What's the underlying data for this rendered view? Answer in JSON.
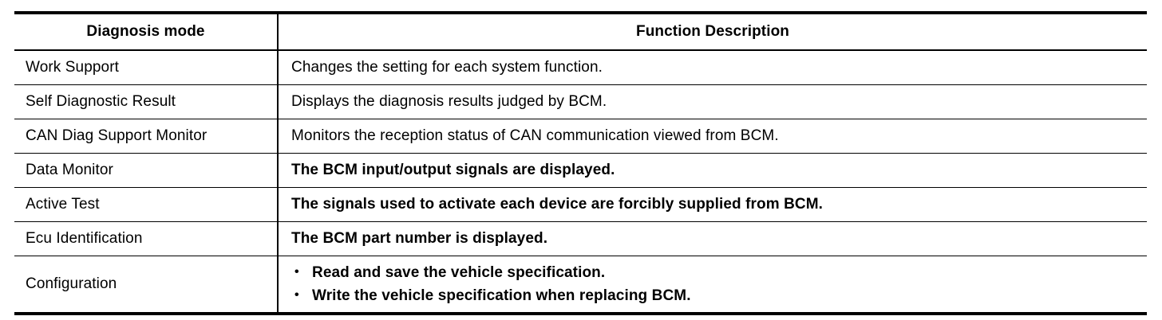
{
  "table": {
    "columns": [
      "Diagnosis mode",
      "Function Description"
    ],
    "rows": [
      {
        "mode": "Work Support",
        "description": "Changes the setting for each system function.",
        "bold": false
      },
      {
        "mode": "Self Diagnostic Result",
        "description": "Displays the diagnosis results judged by BCM.",
        "bold": false
      },
      {
        "mode": "CAN Diag Support Monitor",
        "description": "Monitors the reception status of CAN communication viewed from BCM.",
        "bold": false
      },
      {
        "mode": "Data Monitor",
        "description": "The BCM input/output signals are displayed.",
        "bold": true
      },
      {
        "mode": "Active Test",
        "description": "The signals used to activate each device are forcibly supplied from BCM.",
        "bold": true
      },
      {
        "mode": "Ecu Identification",
        "description": "The BCM part number is displayed.",
        "bold": true
      }
    ],
    "bullet_row": {
      "mode": "Configuration",
      "bullet_marker": "•",
      "items": [
        "Read and save the vehicle specification.",
        "Write the vehicle specification when replacing BCM."
      ]
    }
  }
}
